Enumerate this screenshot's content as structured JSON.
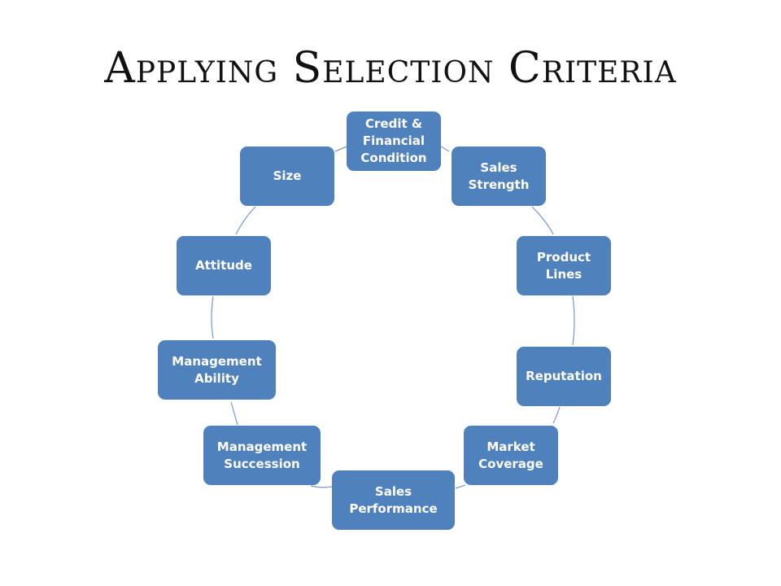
{
  "title": "Applying Selection Criteria",
  "colors": {
    "node_fill": "#4f81bd",
    "node_text": "#ffffff",
    "connector": "#7f9fcf",
    "title": "#111111"
  },
  "cycle": {
    "nodes": [
      {
        "id": "credit",
        "label": "Credit & Financial Condition"
      },
      {
        "id": "sales-strength",
        "label": "Sales Strength"
      },
      {
        "id": "product-lines",
        "label": "Product Lines"
      },
      {
        "id": "reputation",
        "label": "Reputation"
      },
      {
        "id": "market-coverage",
        "label": "Market Coverage"
      },
      {
        "id": "sales-performance",
        "label": "Sales Performance"
      },
      {
        "id": "management-succession",
        "label": "Management Succession"
      },
      {
        "id": "management-ability",
        "label": "Management Ability"
      },
      {
        "id": "attitude",
        "label": "Attitude"
      },
      {
        "id": "size",
        "label": "Size"
      }
    ]
  }
}
